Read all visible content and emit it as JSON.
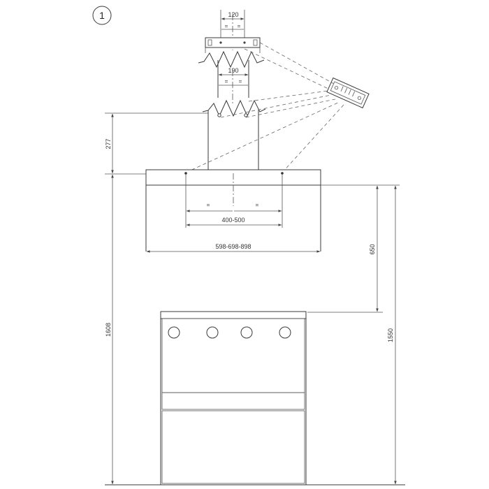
{
  "figure": {
    "number": "1"
  },
  "dimensions": {
    "bracket_width": "120",
    "duct_width": "190",
    "duct_height": "277",
    "screw_spacing": "400-500",
    "hood_width": "598-698-898",
    "hob_clearance": "650",
    "floor_to_hood_bottom": "1550",
    "floor_to_hood_top": "1608"
  },
  "symbols": {
    "equal": "="
  },
  "elements": {
    "knobs_count": 4,
    "drill_template_holes": 6
  }
}
